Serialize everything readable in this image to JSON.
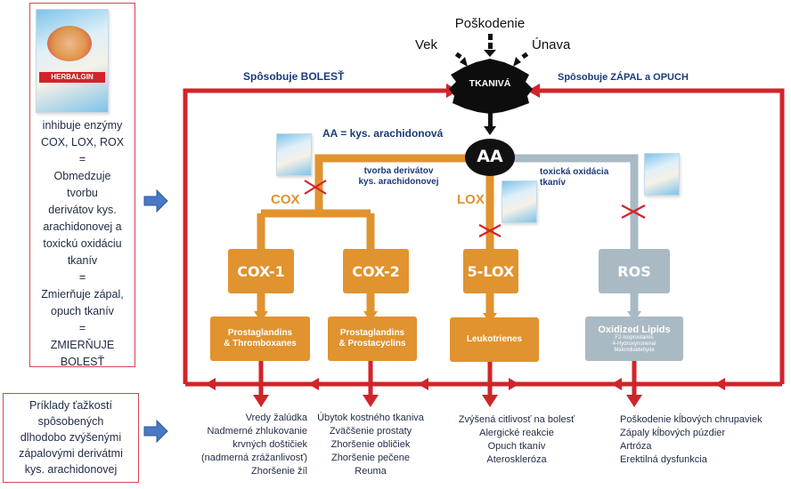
{
  "left_panel": {
    "product_name": "HERBALGIN",
    "lines": [
      "inhibuje enzýmy",
      "COX, LOX, ROX",
      "=",
      "Obmedzuje",
      "tvorbu",
      "derivátov kys.",
      "arachidonovej a",
      "toxickú oxidáciu",
      "tkanív",
      "=",
      "Zmierňuje zápal,",
      "opuch tkanív",
      "=",
      "ZMIERŇUJE",
      "BOLESŤ"
    ]
  },
  "examples_panel": {
    "lines": [
      "Príklady ťažkostí",
      "spôsobených",
      "dlhodobo zvýšenými",
      "zápalovými derivátmi",
      "kys. arachidonovej"
    ]
  },
  "top": {
    "poskodenie": "Poškodenie",
    "vek": "Vek",
    "unava": "Únava",
    "tissue": "TKANIVÁ",
    "pain_label": "Spôsobuje BOLESŤ",
    "inflammation_label": "Spôsobuje ZÁPAL a OPUCH"
  },
  "center": {
    "aa_def": "AA = kys. arachidonová",
    "aa": "AA",
    "formation": [
      "tvorba derivátov",
      "kys. arachidonovej"
    ],
    "oxidation": [
      "toxická oxidácia",
      "tkanív"
    ]
  },
  "pathways": {
    "cox_label": "COX",
    "lox_label": "LOX",
    "cox1": "COX-1",
    "cox2": "COX-2",
    "lox5": "5-LOX",
    "ros": "ROS",
    "prostaglandins_thromboxanes": [
      "Prostaglandins",
      "& Thromboxanes"
    ],
    "prostaglandins_prostacyclins": [
      "Prostaglandins",
      "& Prostacyclins"
    ],
    "leukotrienes": "Leukotrienes",
    "oxidized_lipids": "Oxidized Lipids",
    "oxidized_sub": [
      "F2-Isoprostanes",
      "4-Hydroxynonenal",
      "Malondialdehyde"
    ]
  },
  "effects": {
    "col1": [
      "Vredy žalúdka",
      "Nadmerné zhlukovanie",
      "krvných doštičiek",
      "(nadmerná zrážanlivosť)",
      "Zhoršenie žíl"
    ],
    "col2": [
      "Úbytok kostného tkaniva",
      "Zväčšenie prostaty",
      "Zhoršenie obličiek",
      "Zhoršenie pečene",
      "Reuma"
    ],
    "col3": [
      "Zvýšená citlivosť na bolesť",
      "Alergické reakcie",
      "Opuch tkanív",
      "Ateroskleróza"
    ],
    "col4": [
      "Poškodenie kĺbových chrupaviek",
      "Zápaly kĺbových púzdier",
      "Artróza",
      "Erektilná dysfunkcia"
    ]
  },
  "colors": {
    "red": "#d2232a",
    "orange": "#e0932e",
    "gray_blue": "#a9bac4",
    "navy": "#1a3a7a",
    "arrow_blue": "#4a78c4"
  }
}
